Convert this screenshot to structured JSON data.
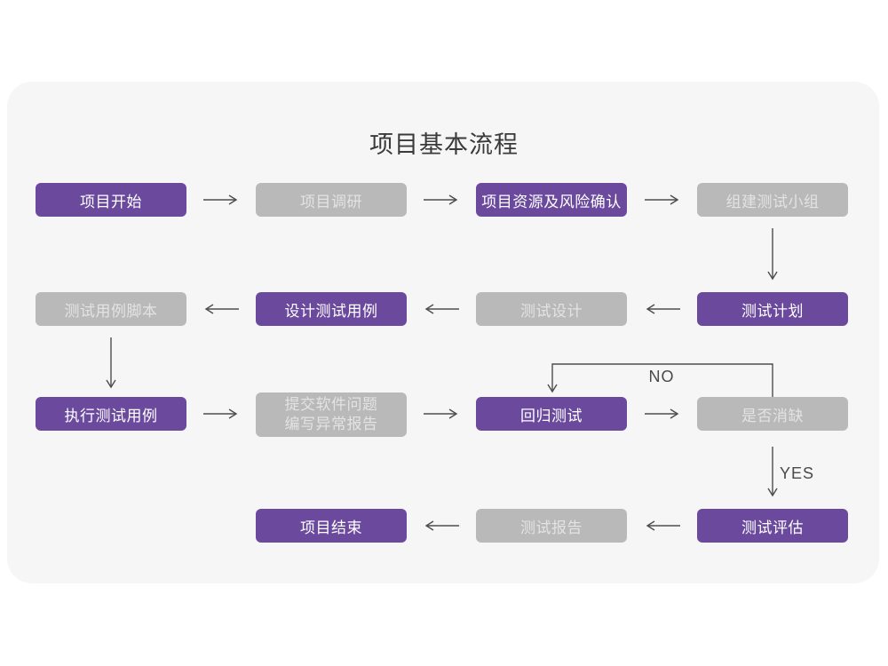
{
  "title": "项目基本流程",
  "colors": {
    "page_bg": "#ffffff",
    "card_bg": "#f6f6f7",
    "purple": "#6b4a9e",
    "gray": "#b9b9b9",
    "text_on_purple": "#ffffff",
    "text_on_gray": "#e3e3e3",
    "arrow": "#4d4d4d",
    "title": "#3a3a3a",
    "branch_label": "#4a4a4a"
  },
  "nodes": [
    {
      "label": "项目开始",
      "type": "primary"
    },
    {
      "label": "项目调研",
      "type": "secondary"
    },
    {
      "label": "项目资源及风险确认",
      "type": "primary"
    },
    {
      "label": "组建测试小组",
      "type": "secondary"
    },
    {
      "label": "测试计划",
      "type": "primary"
    },
    {
      "label": "测试设计",
      "type": "secondary"
    },
    {
      "label": "设计测试用例",
      "type": "primary"
    },
    {
      "label": "测试用例脚本",
      "type": "secondary"
    },
    {
      "label": "执行测试用例",
      "type": "primary"
    },
    {
      "line1": "提交软件问题",
      "line2": "编写异常报告",
      "type": "secondary"
    },
    {
      "label": "回归测试",
      "type": "primary"
    },
    {
      "label": "是否消缺",
      "type": "secondary"
    },
    {
      "label": "测试评估",
      "type": "primary"
    },
    {
      "label": "测试报告",
      "type": "secondary"
    },
    {
      "label": "项目结束",
      "type": "primary"
    }
  ],
  "branch_labels": {
    "no": "NO",
    "yes": "YES"
  }
}
